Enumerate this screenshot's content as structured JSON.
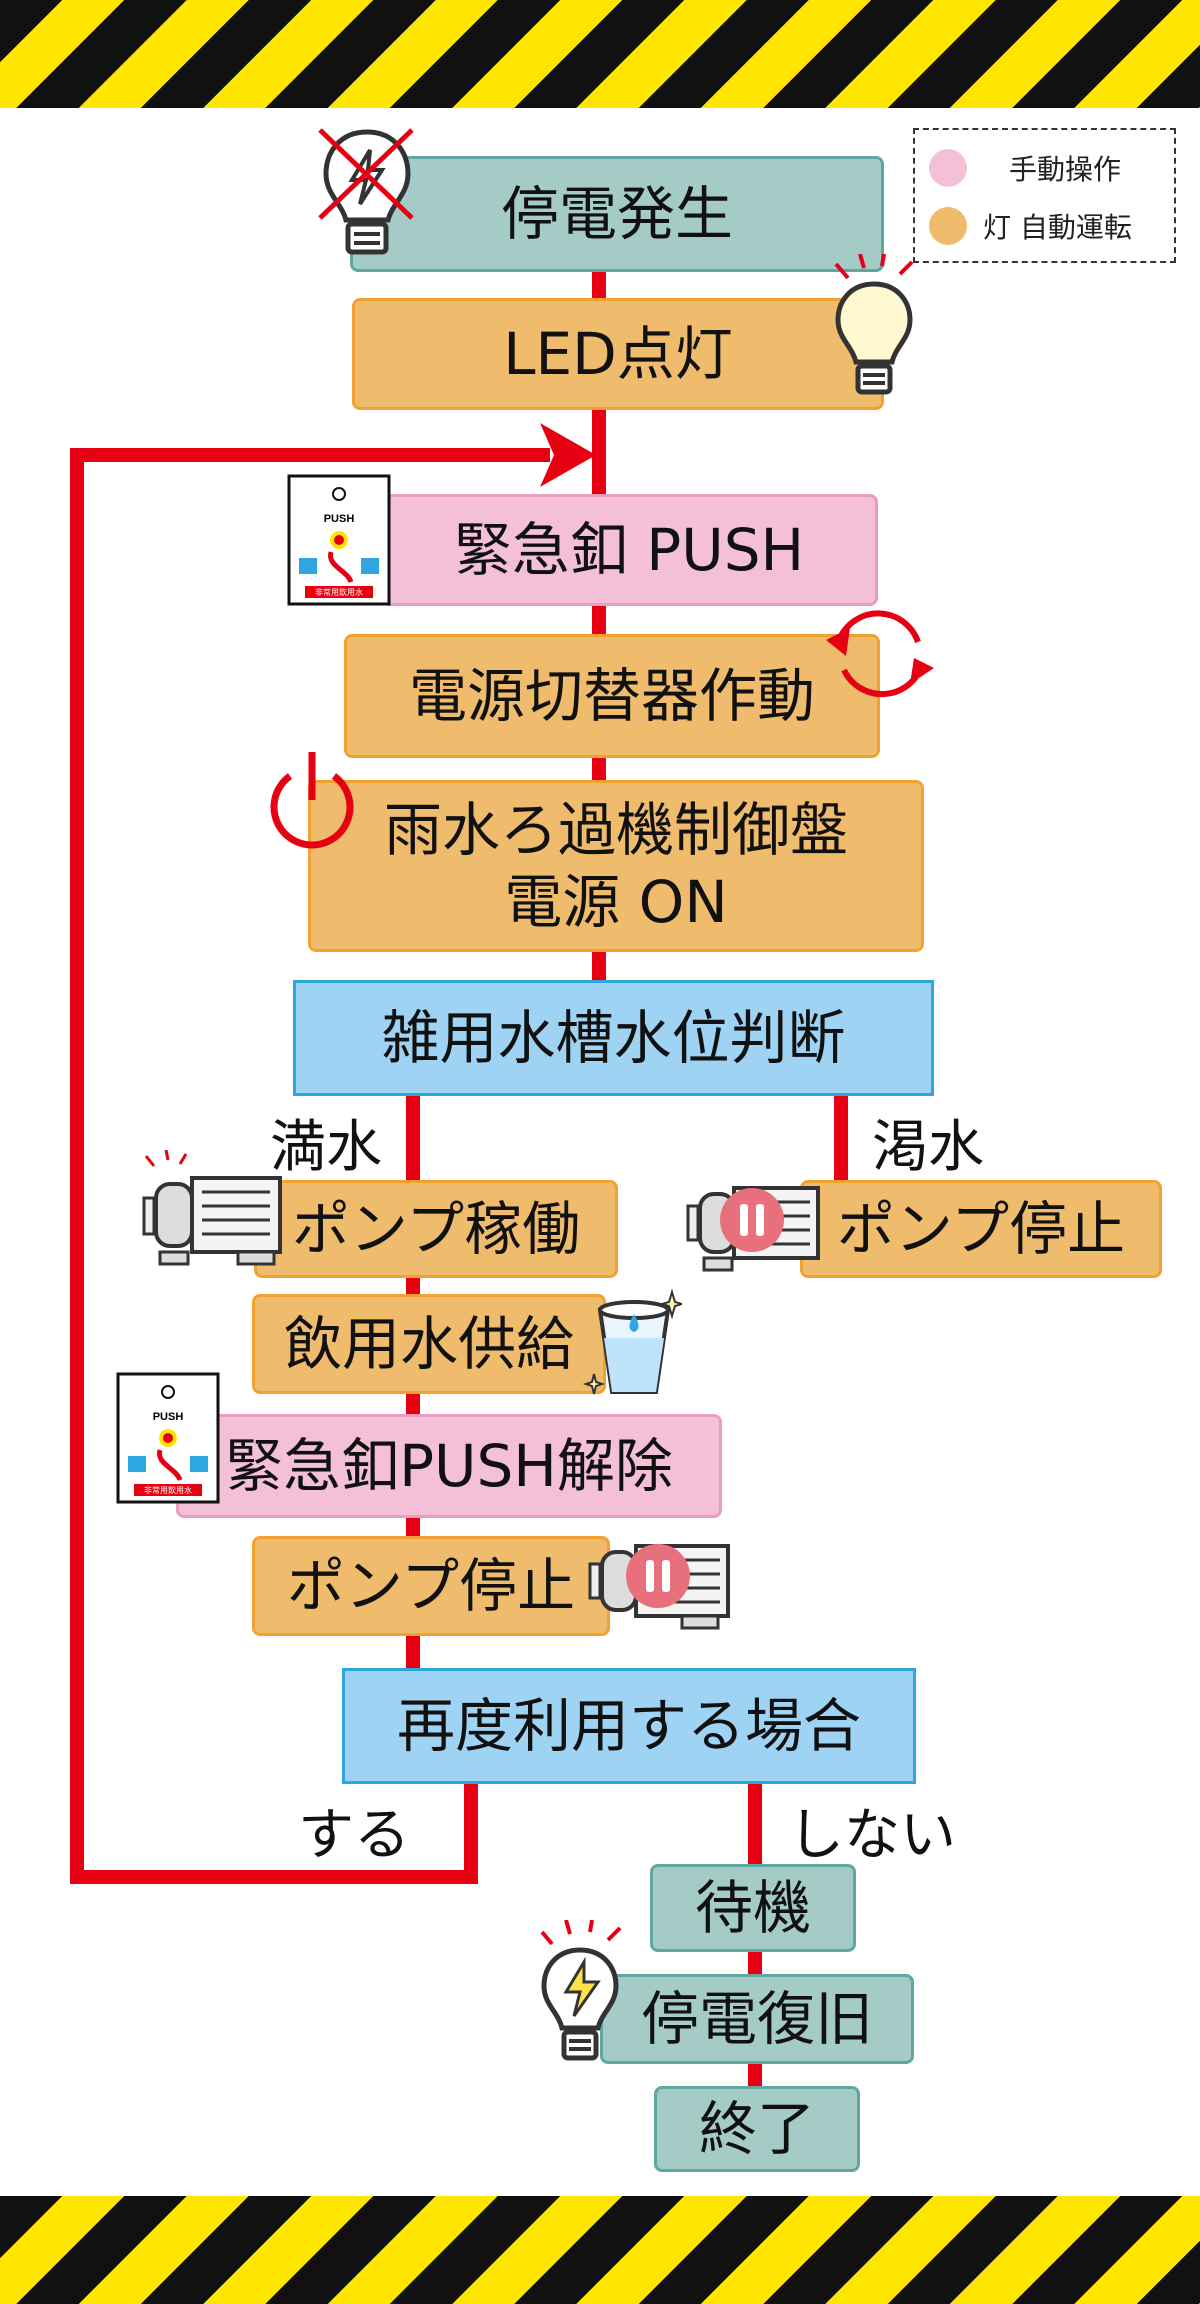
{
  "legend": {
    "manual": {
      "label": "手動操作",
      "color": "#f4c0d8"
    },
    "auto": {
      "label": "灯 自動運転",
      "color": "#efbb6c"
    }
  },
  "nodes": {
    "outage": "停電発生",
    "led": "LED点灯",
    "push": "緊急釦 PUSH",
    "switch": "電源切替器作動",
    "panel_line1": "雨水ろ過機制御盤",
    "panel_line2": "電源 ON",
    "level": "雑用水槽水位判断",
    "pump_run": "ポンプ稼働",
    "pump_stop_right": "ポンプ停止",
    "water": "飲用水供給",
    "release": "緊急釦PUSH解除",
    "pump_stop": "ポンプ停止",
    "reuse": "再度利用する場合",
    "standby": "待機",
    "restore": "停電復旧",
    "end": "終了"
  },
  "branches": {
    "full": "満水",
    "dry": "渇水",
    "yes": "する",
    "no": "しない"
  },
  "push_sign": {
    "label": "PUSH",
    "caption": "非常用飲用水"
  },
  "colors": {
    "connector": "#e60012",
    "stripe_yellow": "#ffe600",
    "stripe_black": "#111111"
  },
  "icons": [
    "bulb-off-icon",
    "bulb-lit-icon",
    "push-sign-icon",
    "rotate-icon",
    "power-icon",
    "pump-icon",
    "pump-paused-icon",
    "water-glass-icon",
    "bulb-bolt-icon"
  ]
}
